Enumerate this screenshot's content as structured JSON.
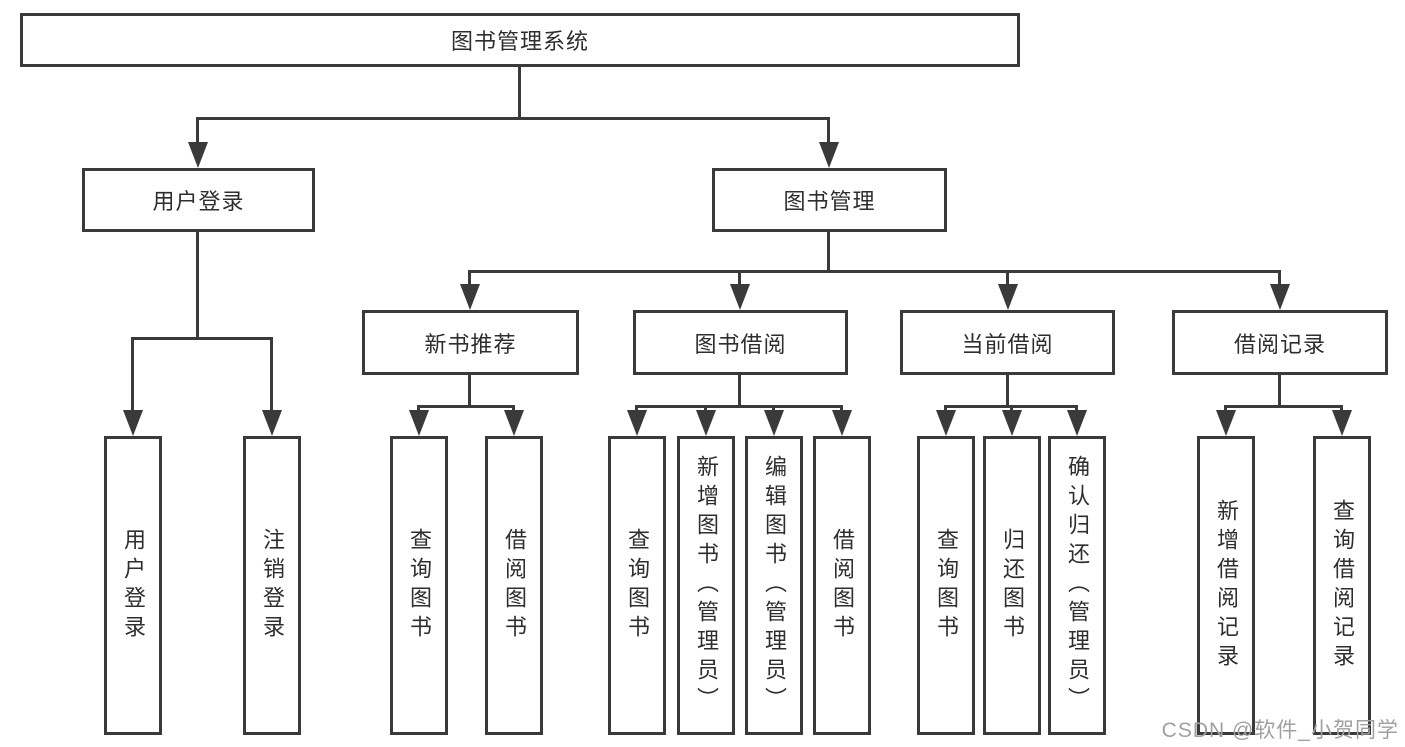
{
  "tree": {
    "root": {
      "label": "图书管理系统",
      "children": [
        {
          "label": "用户登录",
          "children": [
            {
              "label": "用户登录"
            },
            {
              "label": "注销登录"
            }
          ]
        },
        {
          "label": "图书管理",
          "children": [
            {
              "label": "新书推荐",
              "children": [
                {
                  "label": "查询图书"
                },
                {
                  "label": "借阅图书"
                }
              ]
            },
            {
              "label": "图书借阅",
              "children": [
                {
                  "label": "查询图书"
                },
                {
                  "label": "新增图书（管理员）"
                },
                {
                  "label": "编辑图书（管理员）"
                },
                {
                  "label": "借阅图书"
                }
              ]
            },
            {
              "label": "当前借阅",
              "children": [
                {
                  "label": "查询图书"
                },
                {
                  "label": "归还图书"
                },
                {
                  "label": "确认归还（管理员）"
                }
              ]
            },
            {
              "label": "借阅记录",
              "children": [
                {
                  "label": "新增借阅记录"
                },
                {
                  "label": "查询借阅记录"
                }
              ]
            }
          ]
        }
      ]
    }
  },
  "watermark": {
    "text": "CSDN @软件_小贺同学"
  },
  "colors": {
    "line": "#3a3a3a",
    "text": "#2e2e2e",
    "watermark": "#a0a0a0",
    "background": "#ffffff"
  }
}
